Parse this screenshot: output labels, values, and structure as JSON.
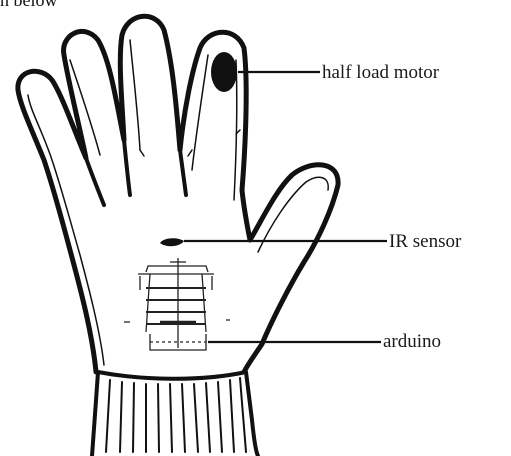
{
  "top_fragment": "n below",
  "labels": {
    "motor": "half load motor",
    "ir": "IR sensor",
    "arduino": "arduino"
  },
  "colors": {
    "ink": "#111111",
    "background": "#ffffff"
  }
}
